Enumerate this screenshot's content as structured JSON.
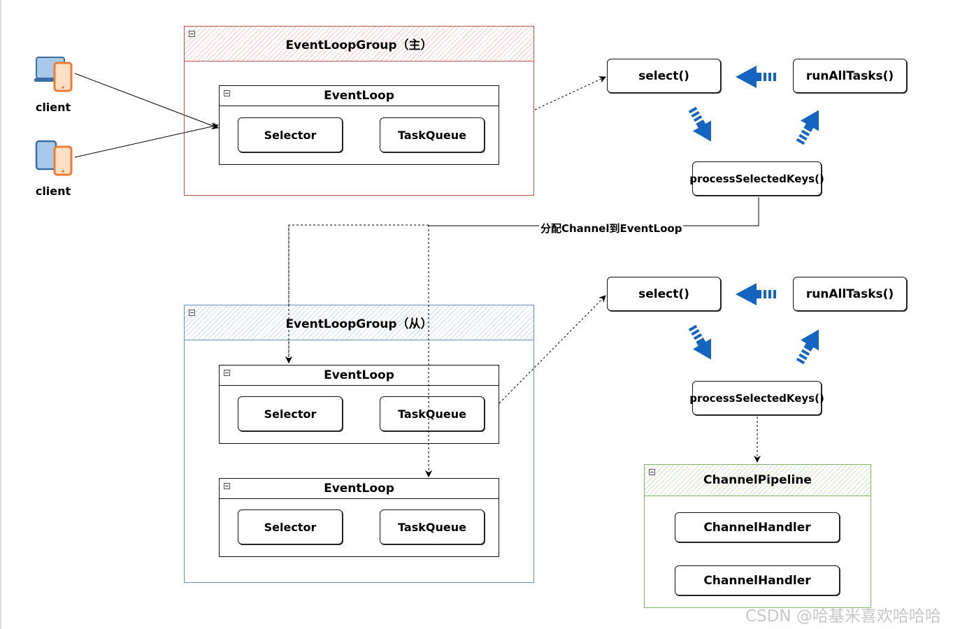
{
  "clients": [
    {
      "label": "client"
    },
    {
      "label": "client"
    }
  ],
  "boss_group": {
    "title": "EventLoopGroup（主）",
    "event_loop": {
      "title": "EventLoop",
      "selector": "Selector",
      "task_queue": "TaskQueue"
    }
  },
  "worker_group": {
    "title": "EventLoopGroup（从）",
    "event_loops": [
      {
        "title": "EventLoop",
        "selector": "Selector",
        "task_queue": "TaskQueue"
      },
      {
        "title": "EventLoop",
        "selector": "Selector",
        "task_queue": "TaskQueue"
      }
    ]
  },
  "boss_cycle": {
    "select": "select()",
    "run_all_tasks": "runAllTasks()",
    "process_keys": "processSelectedKeys()"
  },
  "worker_cycle": {
    "select": "select()",
    "run_all_tasks": "runAllTasks()",
    "process_keys": "processSelectedKeys()"
  },
  "assign_label": "分配Channel到EventLoop",
  "pipeline": {
    "title": "ChannelPipeline",
    "handlers": [
      "ChannelHandler",
      "ChannelHandler"
    ]
  },
  "watermark": "CSDN @哈基米喜欢哈哈哈",
  "colors": {
    "boss_border": "#b85450",
    "worker_border": "#6c8ebf",
    "pipeline_border": "#82b366",
    "cycle_arrow": "#1565c0",
    "device_blue": "#5b9bd5",
    "device_orange": "#ed7d31"
  }
}
